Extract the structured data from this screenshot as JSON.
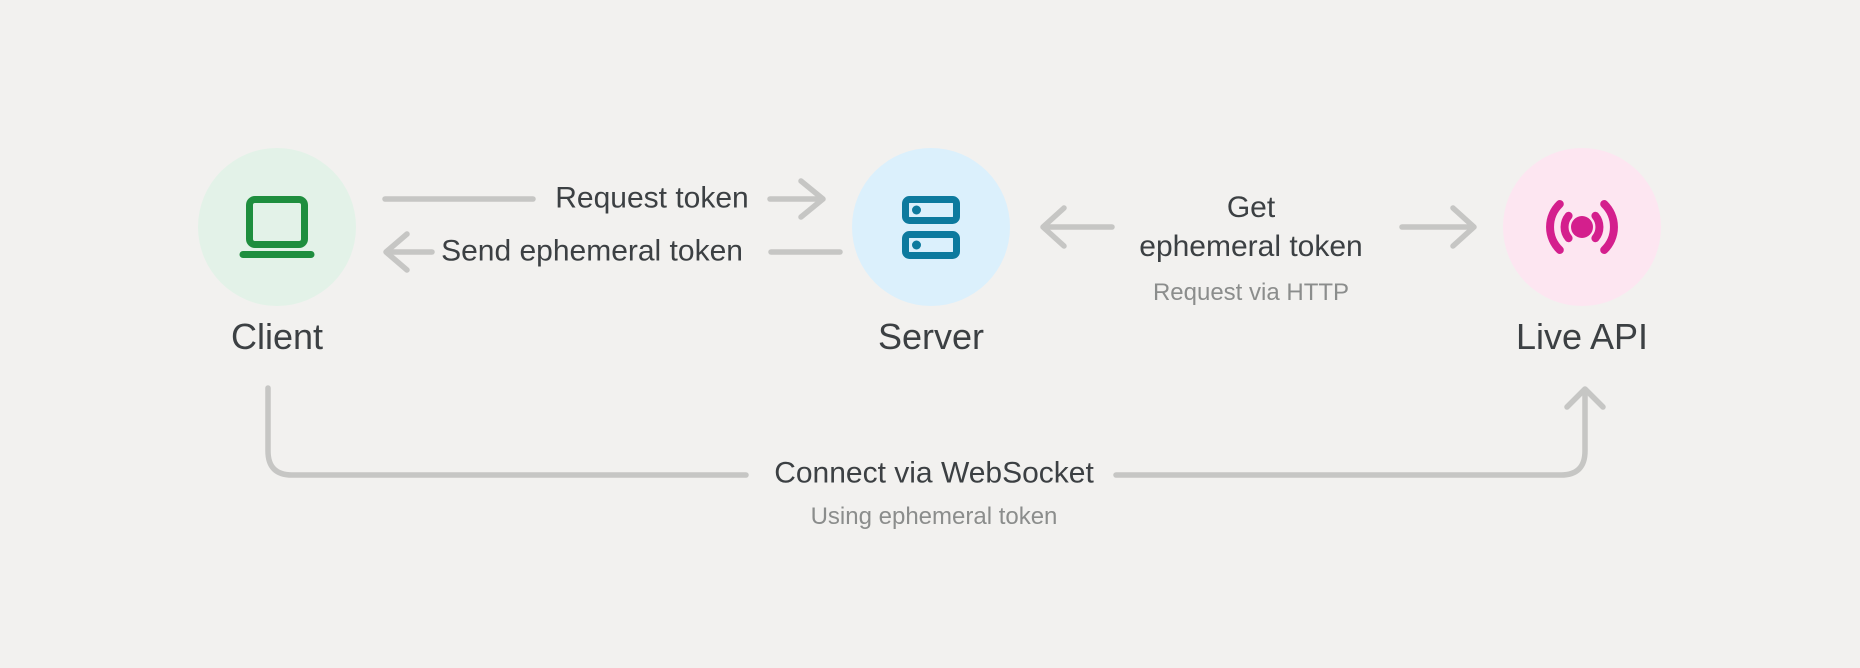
{
  "theme": {
    "background": "#f2f1ef",
    "line": "#c6c6c4",
    "text_dark": "#3c4043",
    "text_muted": "#8b8d8c",
    "client_green": "#1e8e3e",
    "client_circle": "#e3f2e8",
    "server_teal": "#0d7a9e",
    "server_circle": "#dbf0fc",
    "api_pink": "#d41f8d",
    "api_circle": "#fde6f1"
  },
  "nodes": [
    {
      "label": "Client",
      "icon": "laptop-icon"
    },
    {
      "label": "Server",
      "icon": "server-icon"
    },
    {
      "label": "Live API",
      "icon": "broadcast-icon"
    }
  ],
  "edges": {
    "request_token": {
      "label": "Request token",
      "direction": "client-to-server"
    },
    "send_ephemeral_token": {
      "label": "Send ephemeral token",
      "direction": "server-to-client"
    },
    "get_ephemeral_token": {
      "label_line1": "Get",
      "label_line2": "ephemeral token",
      "sublabel": "Request via HTTP",
      "direction": "server-and-live-api"
    },
    "connect_websocket": {
      "label": "Connect via WebSocket",
      "sublabel": "Using ephemeral token",
      "direction": "client-to-live-api"
    }
  }
}
